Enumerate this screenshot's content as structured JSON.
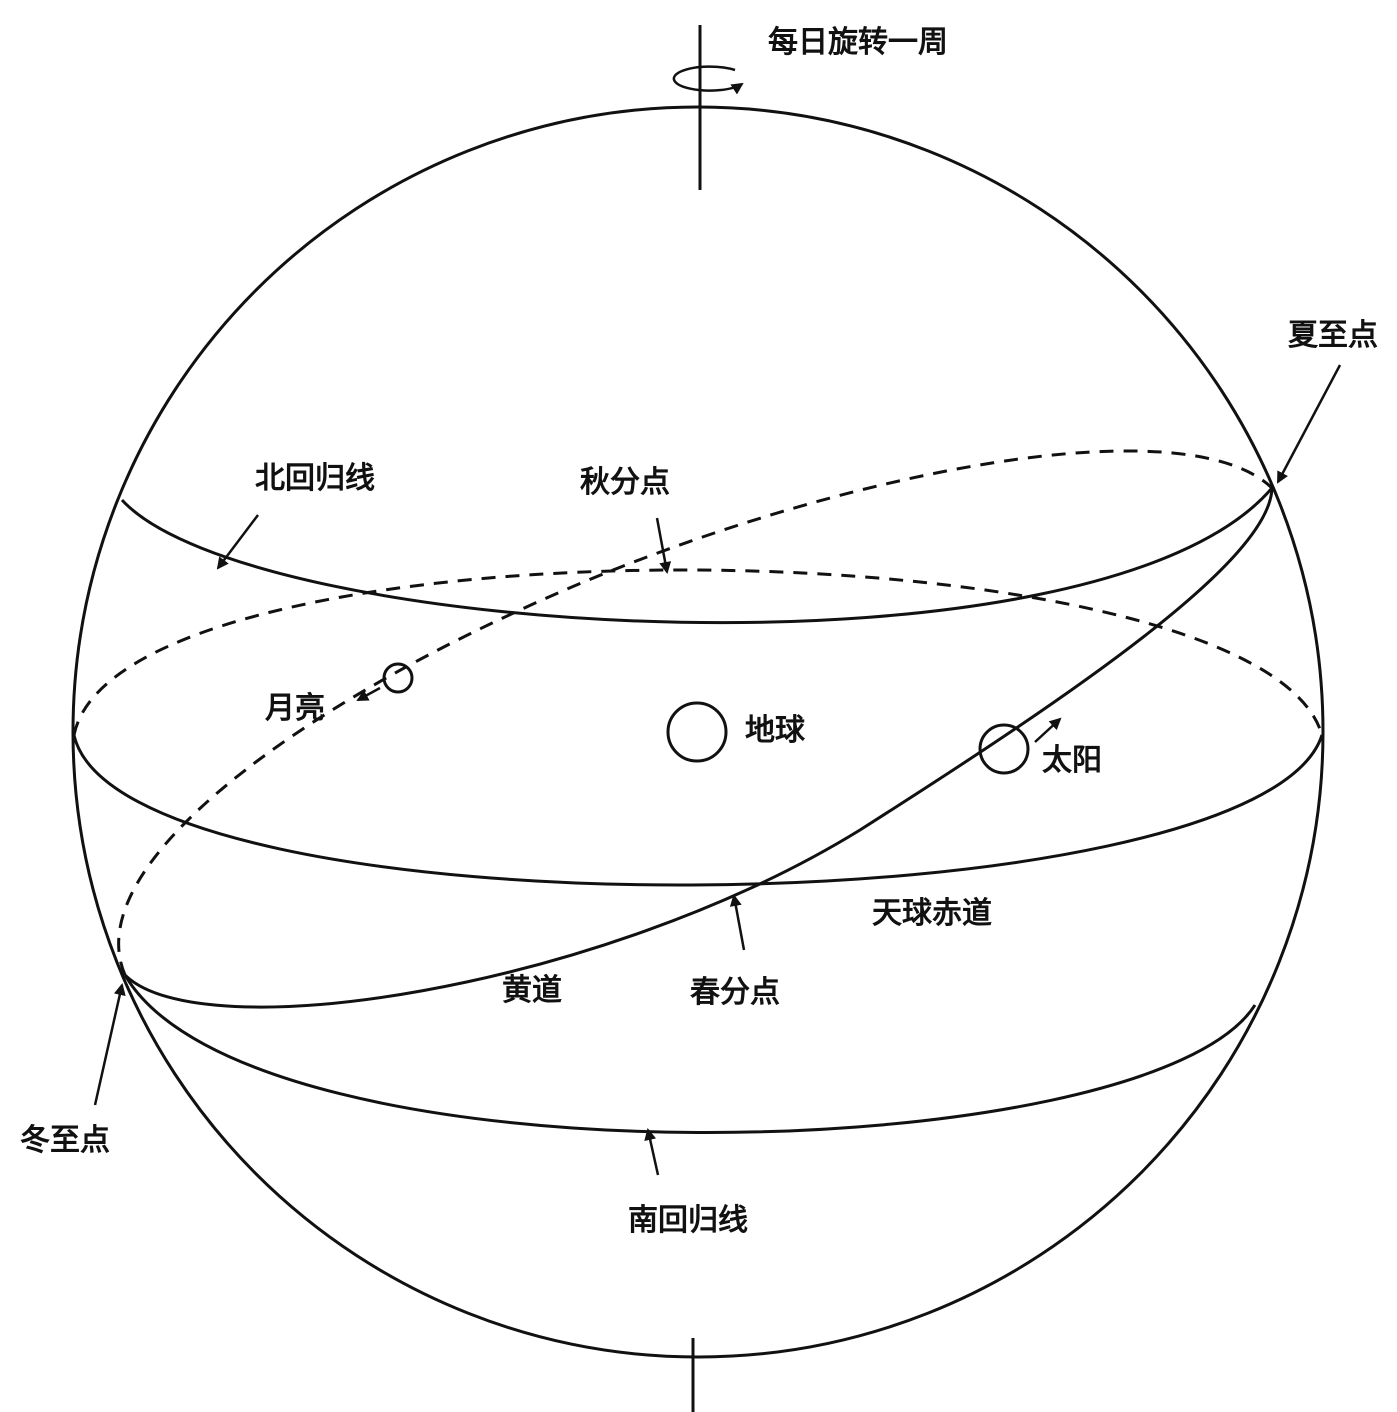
{
  "labels": {
    "rotation": "每日旋转一周",
    "summer_solstice": "夏至点",
    "tropic_cancer": "北回归线",
    "autumn_equinox": "秋分点",
    "moon": "月亮",
    "earth": "地球",
    "sun": "太阳",
    "celestial_equator": "天球赤道",
    "ecliptic": "黄道",
    "vernal_equinox": "春分点",
    "winter_solstice": "冬至点",
    "tropic_capricorn": "南回归线"
  },
  "colors": {
    "ink": "#111111",
    "background": "#ffffff"
  }
}
